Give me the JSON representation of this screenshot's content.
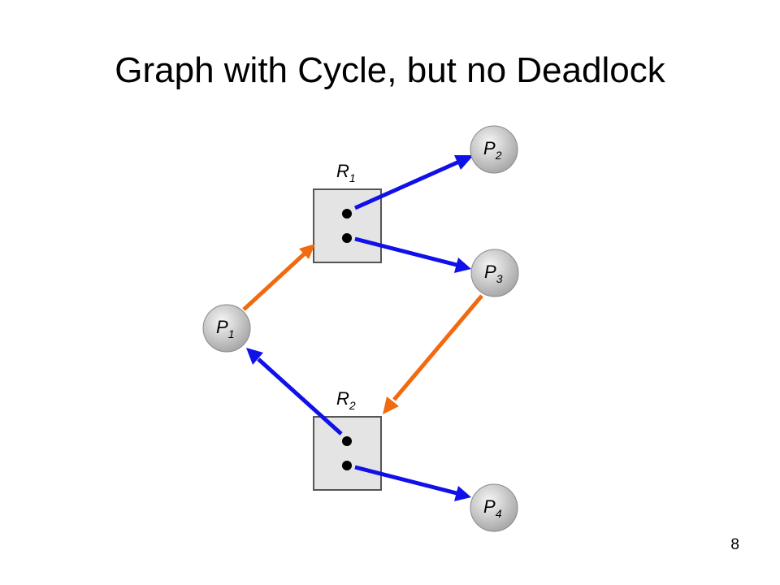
{
  "slide": {
    "title": "Graph with Cycle, but no Deadlock",
    "page_number": "8"
  },
  "colors": {
    "assignment_edge": "#1010e8",
    "request_edge": "#f26a10",
    "resource_fill": "#e4e4e4",
    "resource_border": "#555555",
    "process_fill": "#cfcfcf"
  },
  "resources": [
    {
      "id": "R1",
      "letter": "R",
      "sub": "1",
      "instances": 2
    },
    {
      "id": "R2",
      "letter": "R",
      "sub": "2",
      "instances": 2
    }
  ],
  "processes": [
    {
      "id": "P1",
      "letter": "P",
      "sub": "1"
    },
    {
      "id": "P2",
      "letter": "P",
      "sub": "2"
    },
    {
      "id": "P3",
      "letter": "P",
      "sub": "3"
    },
    {
      "id": "P4",
      "letter": "P",
      "sub": "4"
    }
  ],
  "edges": [
    {
      "from": "P1",
      "to": "R1",
      "kind": "request"
    },
    {
      "from": "R1",
      "to": "P2",
      "kind": "assignment"
    },
    {
      "from": "R1",
      "to": "P3",
      "kind": "assignment"
    },
    {
      "from": "P3",
      "to": "R2",
      "kind": "request"
    },
    {
      "from": "R2",
      "to": "P1",
      "kind": "assignment"
    },
    {
      "from": "R2",
      "to": "P4",
      "kind": "assignment"
    }
  ]
}
